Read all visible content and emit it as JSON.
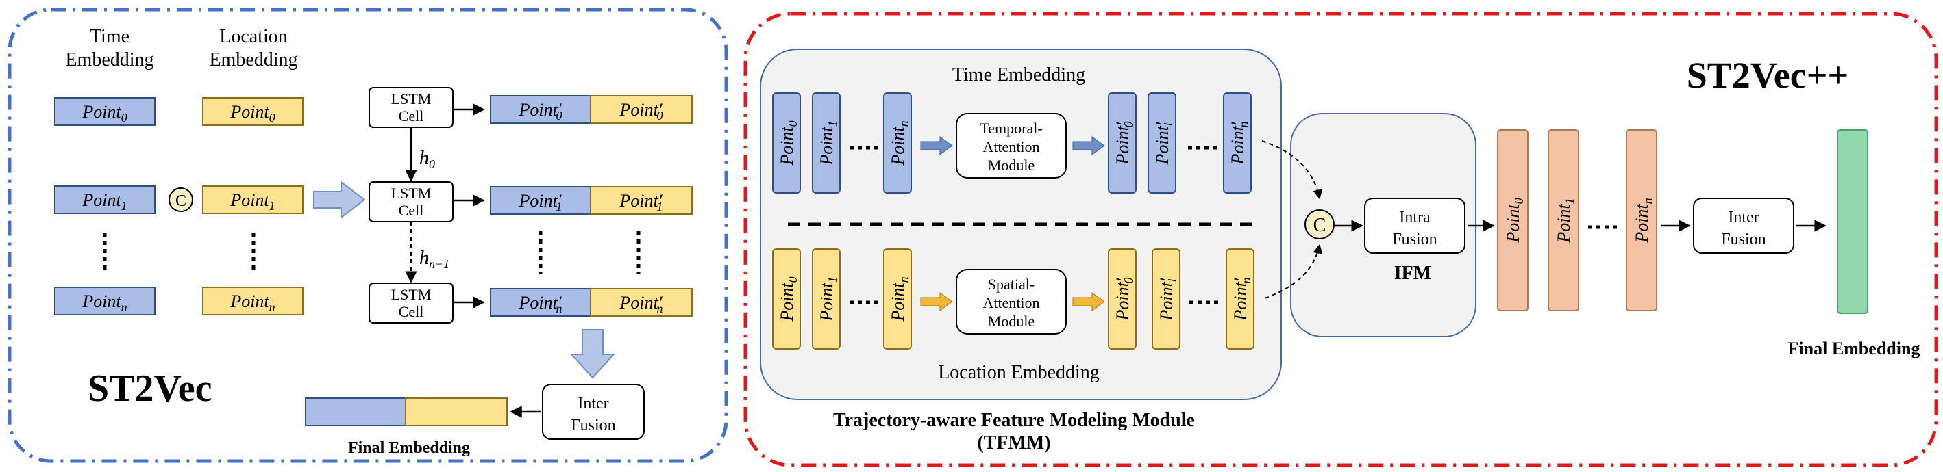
{
  "colors": {
    "blue_fill": "#a9bde6",
    "yellow_fill": "#fde28f",
    "orange_fill": "#f4c2a4",
    "green_fill": "#8fd9ac",
    "panel_fill": "#f2f2f2",
    "left_border": "#4472c4",
    "right_border": "#e0191c"
  },
  "left": {
    "title": "ST2Vec",
    "time_header_1": "Time",
    "time_header_2": "Embedding",
    "loc_header_1": "Location",
    "loc_header_2": "Embedding",
    "point": "Point",
    "sub0": "0",
    "sub1": "1",
    "subn": "n",
    "prime": "′",
    "concat": "C",
    "lstm_1": "LSTM",
    "lstm_2": "Cell",
    "h0": "h",
    "h0_sub": "0",
    "hn": "h",
    "hn_sub": "n−1",
    "inter_1": "Inter",
    "inter_2": "Fusion",
    "final": "Final Embedding"
  },
  "right": {
    "title": "ST2Vec++",
    "time_label": "Time Embedding",
    "loc_label": "Location Embedding",
    "temporal_1": "Temporal-",
    "temporal_2": "Attention",
    "temporal_3": "Module",
    "spatial_1": "Spatial-",
    "spatial_2": "Attention",
    "spatial_3": "Module",
    "tfmm_1": "Trajectory-aware Feature Modeling Module",
    "tfmm_2": "(TFMM)",
    "intra_1": "Intra",
    "intra_2": "Fusion",
    "ifm": "IFM",
    "concat": "C",
    "inter_1": "Inter",
    "inter_2": "Fusion",
    "final": "Final Embedding"
  }
}
